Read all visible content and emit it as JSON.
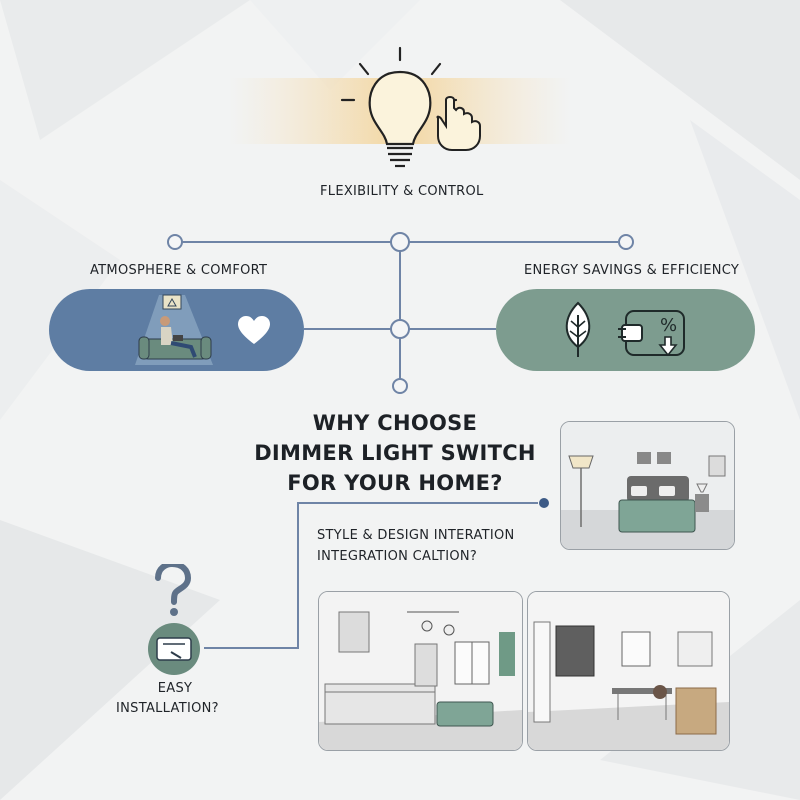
{
  "top": {
    "label": "FLEXIBILITY & CONTROL",
    "icon": "lightbulb-touch-icon"
  },
  "left_feature": {
    "label": "ATMOSPHERE & COMFORT",
    "icons": [
      "person-relaxing-on-sofa-icon",
      "heart-icon"
    ]
  },
  "right_feature": {
    "label": "ENERGY SAVINGS & EFFICIENCY",
    "icons": [
      "leaf-icon",
      "plug-percent-icon"
    ]
  },
  "center_title": [
    "WHY CHOOSE",
    "DIMMER LIGHT SWITCH",
    "FOR YOUR HOME?"
  ],
  "style_design": {
    "line1": "STYLE & DESIGN INTERATION",
    "line2": "INTEGRATION CALTION?"
  },
  "installation": {
    "line1": "EASY",
    "line2": "INSTALLATION?",
    "icons": [
      "question-mark-icon",
      "switch-plate-icon"
    ]
  },
  "colors": {
    "blue_pill": "#5e7da3",
    "green_pill": "#7d9c8f",
    "connector": "#6f84a6",
    "glow": "#f3d6a0"
  }
}
